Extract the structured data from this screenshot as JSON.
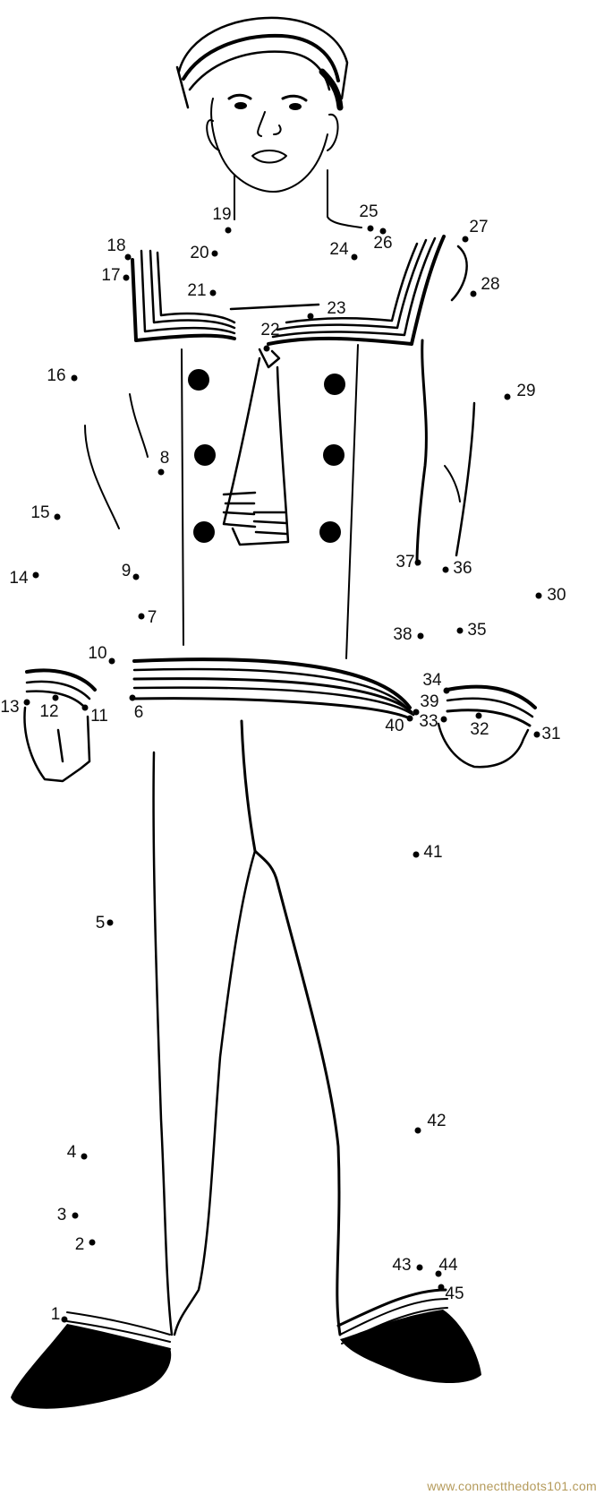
{
  "worksheet": {
    "subject": "sailor",
    "dot_labels": [
      "1",
      "2",
      "3",
      "4",
      "5",
      "6",
      "7",
      "8",
      "9",
      "10",
      "11",
      "12",
      "13",
      "14",
      "15",
      "16",
      "17",
      "18",
      "19",
      "20",
      "21",
      "22",
      "23",
      "24",
      "25",
      "26",
      "27",
      "28",
      "29",
      "30",
      "31",
      "32",
      "33",
      "34",
      "35",
      "36",
      "37",
      "38",
      "39",
      "40",
      "41",
      "42",
      "43",
      "44",
      "45"
    ],
    "dot_count": 45
  },
  "watermark": "www.connectthedots101.com",
  "colors": {
    "ink": "#000000",
    "watermark": "#b49a5a",
    "background": "#ffffff"
  }
}
